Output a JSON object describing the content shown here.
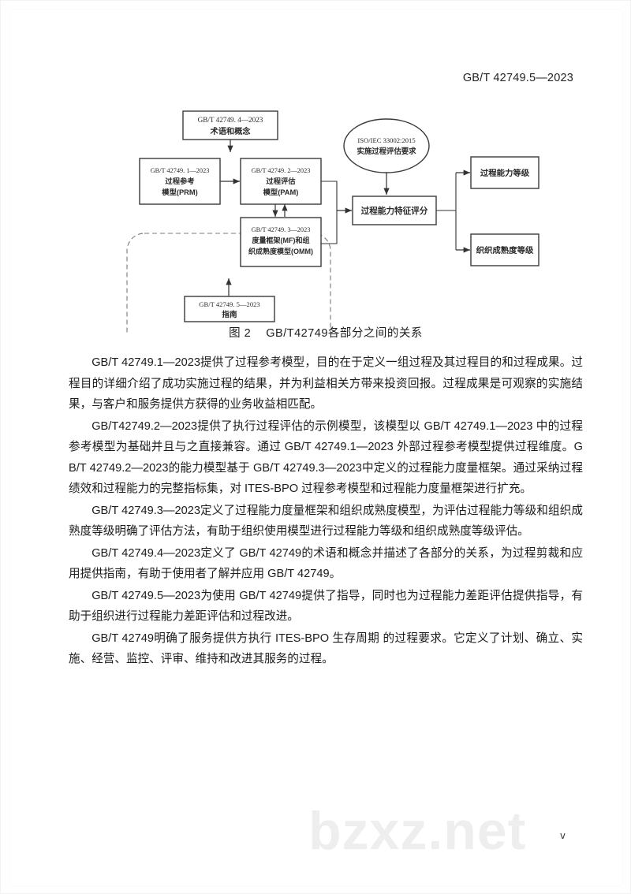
{
  "header": {
    "standard_number": "GB/T 42749.5—2023"
  },
  "figure": {
    "caption_label": "图 2",
    "caption_text": "GB/T42749各部分之间的关系",
    "nodes": {
      "terminology": {
        "line1": "GB/T 42749. 4—2023",
        "line2": "术语和概念"
      },
      "prm": {
        "line1": "GB/T 42749. 1—2023",
        "line2": "过程参考",
        "line3": "模型(PRM)"
      },
      "pam": {
        "line1": "GB/T 42749. 2—2023",
        "line2": "过程评估",
        "line3": "模型(PAM)"
      },
      "mf_omm": {
        "line1": "GB/T 42749. 3—2023",
        "line2": "度量框架(MF)和组",
        "line3": "织成熟度模型(OMM)"
      },
      "guide": {
        "line1": "GB/T 42749. 5—2023",
        "line2": "指南"
      },
      "iso_ellipse": {
        "line1": "ISO/IEC 33002:2015",
        "line2": "实施过程评估要求"
      },
      "scoring": {
        "label": "过程能力特征评分"
      },
      "capability_level": {
        "label": "过程能力等级"
      },
      "maturity_level": {
        "label": "织织成熟度等级"
      }
    }
  },
  "body": {
    "paragraphs": [
      "GB/T 42749.1—2023提供了过程参考模型，目的在于定义一组过程及其过程目的和过程成果。过程目的详细介绍了成功实施过程的结果，并为利益相关方带来投资回报。过程成果是可观察的实施结果，与客户和服务提供方获得的业务收益相匹配。",
      "GB/T42749.2—2023提供了执行过程评估的示例模型，该模型以 GB/T 42749.1—2023 中的过程参考模型为基础并且与之直接兼容。通过 GB/T 42749.1—2023 外部过程参考模型提供过程维度。GB/T 42749.2—2023的能力模型基于 GB/T 42749.3—2023中定义的过程能力度量框架。通过采纳过程绩效和过程能力的完整指标集，对 ITES-BPO 过程参考模型和过程能力度量框架进行扩充。",
      "GB/T 42749.3—2023定义了过程能力度量框架和组织成熟度模型，为评估过程能力等级和组织成熟度等级明确了评估方法，有助于组织使用模型进行过程能力等级和组织成熟度等级评估。",
      "GB/T 42749.4—2023定义了 GB/T 42749的术语和概念并描述了各部分的关系，为过程剪裁和应用提供指南，有助于使用者了解并应用 GB/T 42749。",
      "GB/T 42749.5—2023为使用 GB/T 42749提供了指导，同时也为过程能力差距评估提供指导，有助于组织进行过程能力差距评估和过程改进。",
      "GB/T 42749明确了服务提供方执行 ITES-BPO 生存周期 的过程要求。它定义了计划、确立、实施、经营、监控、评审、维持和改进其服务的过程。"
    ]
  },
  "watermark": {
    "text": "bzxz.net"
  },
  "page_number": "ⅴ"
}
